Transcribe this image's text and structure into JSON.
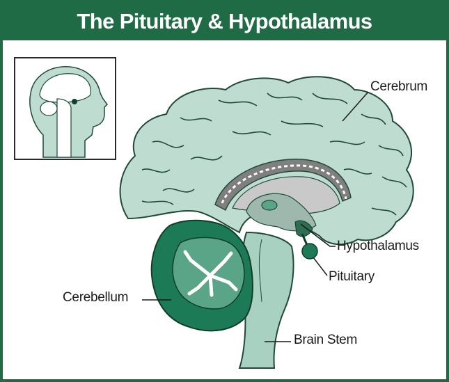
{
  "title": "The Pituitary & Hypothalamus",
  "labels": {
    "cerebrum": "Cerebrum",
    "hypothalamus": "Hypothalamus",
    "pituitary": "Pituitary",
    "cerebellum": "Cerebellum",
    "brain_stem": "Brain Stem"
  },
  "colors": {
    "frame_green": "#1f6b46",
    "cerebrum_fill": "#bfdcd0",
    "cerebellum_dark": "#1c7a56",
    "cerebellum_light": "#5aa487",
    "corpus_gray": "#bdbdbd",
    "stem_fill": "#a9d1c1"
  }
}
